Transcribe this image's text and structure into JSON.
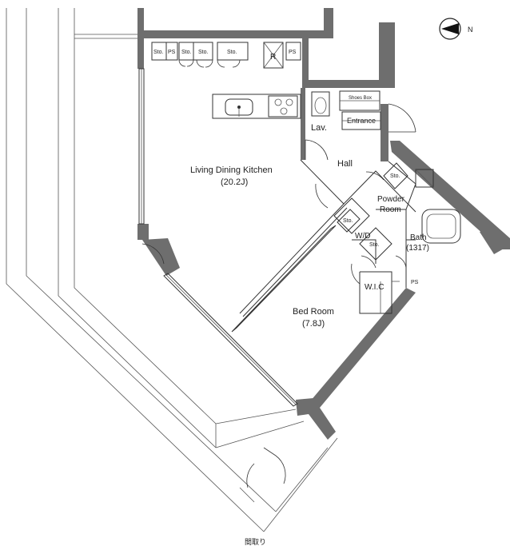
{
  "plan": {
    "compass": {
      "label": "N"
    },
    "rooms": {
      "ldk": "Living Dining Kitchen",
      "ldk_size": "(20.2J)",
      "hall": "Hall",
      "lav": "Lav.",
      "entrance": "Entrance",
      "shoes_box": "Shoes Box",
      "powder_room_1": "Powder",
      "powder_room_2": "Room",
      "wd": "W/D",
      "bath": "Bath",
      "bath_size": "(1317)",
      "wic": "W.I.C",
      "bedroom": "Bed Room",
      "bedroom_size": "(7.8J)"
    },
    "storage": {
      "sto": "Sto.",
      "ps": "PS",
      "fridge": "R"
    },
    "footer": "間取り"
  }
}
